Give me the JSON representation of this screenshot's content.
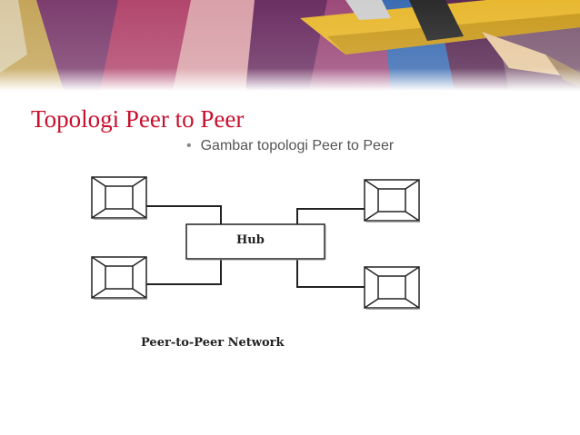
{
  "slide": {
    "title": "Topologi Peer to Peer",
    "bullet": "Gambar topologi Peer to Peer",
    "bullet_marker": "•"
  },
  "diagram": {
    "hub_label": "Hub",
    "caption": "Peer-to-Peer Network",
    "nodes": [
      "computer-top-left",
      "computer-bottom-left",
      "computer-top-right",
      "computer-bottom-right"
    ]
  },
  "colors": {
    "title": "#c8102e",
    "bullet_text": "#555555"
  }
}
